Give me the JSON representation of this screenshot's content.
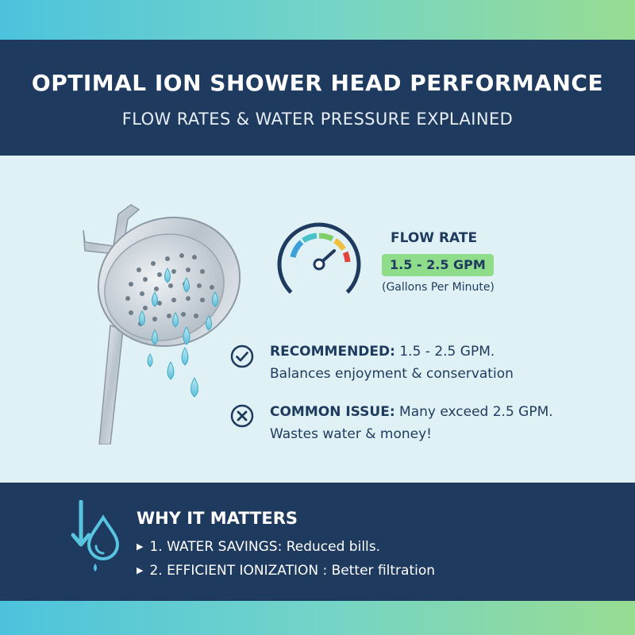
{
  "header": {
    "title": "OPTIMAL ION SHOWER HEAD PERFORMANCE",
    "subtitle": "FLOW RATES & WATER PRESSURE EXPLAINED"
  },
  "flow": {
    "title": "FLOW RATE",
    "value": "1.5 - 2.5 GPM",
    "unit_note": "(Gallons Per Minute)"
  },
  "items": [
    {
      "label": "RECOMMENDED:",
      "line1": " 1.5 - 2.5 GPM.",
      "line2": "Balances enjoyment & conservation"
    },
    {
      "label": "COMMON ISSUE:",
      "line1": " Many exceed 2.5 GPM.",
      "line2": "Wastes water & money!"
    }
  ],
  "footer": {
    "title": "WHY IT MATTERS",
    "points": [
      "1. WATER SAVINGS: Reduced bills.",
      "2. EFFICIENT IONIZATION : Better filtration"
    ]
  },
  "colors": {
    "navy": "#1e3a5f",
    "highlight_green": "#8fdc8a",
    "water_blue": "#7fd0e6",
    "background": "#dff1f4"
  },
  "icons": [
    "shower-head-icon",
    "gauge-icon",
    "check-circle-icon",
    "x-circle-icon",
    "down-arrow-icon",
    "water-drop-icon",
    "bullet-triangle-icon"
  ]
}
